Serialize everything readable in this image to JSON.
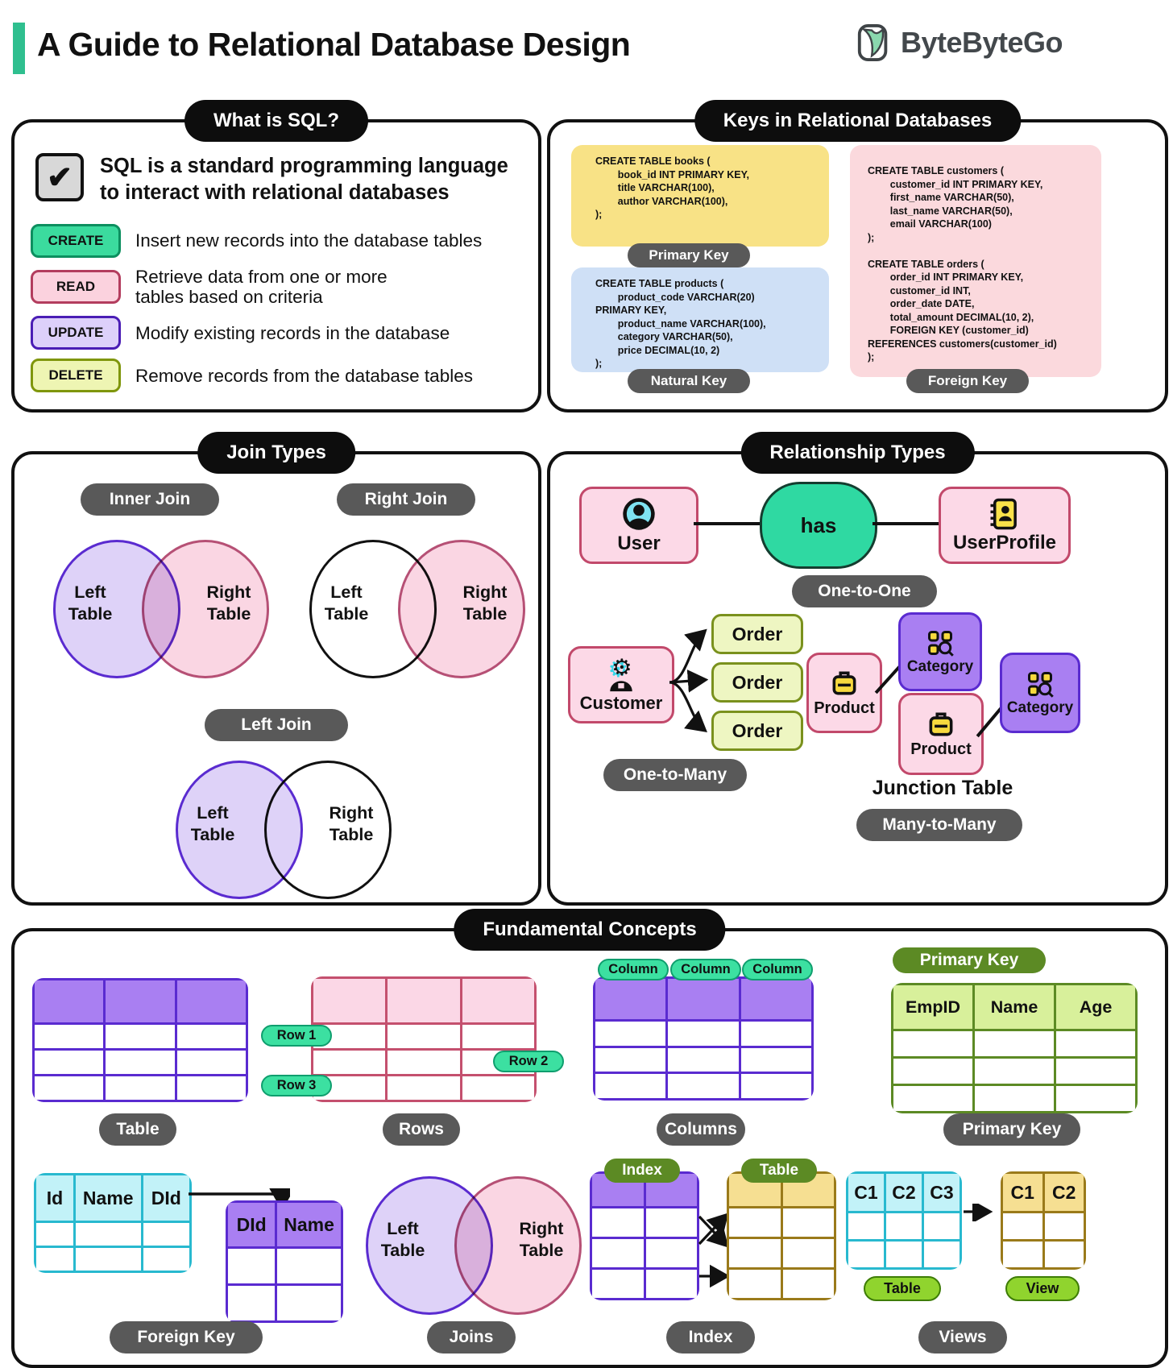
{
  "header": {
    "title": "A Guide to Relational Database Design",
    "brand": "ByteByteGo"
  },
  "colors": {
    "accent_green": "#2fbf8f",
    "pill_black": "#0d0d0d",
    "pill_gray": "#595959",
    "create_green": "#3bdb9e",
    "read_pink": "#fbd2de",
    "update_purple": "#ddd0fa",
    "delete_yellow": "#eef5b3",
    "code_yellow": "#f8e286",
    "code_blue": "#cfe0f6",
    "code_pink": "#fbd9dd",
    "entity_pink": "#fcd9e7",
    "entity_purple": "#a97ff2",
    "mint_green": "#3ce0a1",
    "olive_green": "#5c8a24",
    "lime_green": "#90d42e"
  },
  "what_is_sql": {
    "title": "What is SQL?",
    "intro": "SQL is a standard programming language to interact with relational databases",
    "check": "✔",
    "operations": [
      {
        "label": "CREATE",
        "desc": "Insert new records into the database tables"
      },
      {
        "label": "READ",
        "desc": "Retrieve data from one or more tables based on criteria"
      },
      {
        "label": "UPDATE",
        "desc": "Modify existing records in the database"
      },
      {
        "label": "DELETE",
        "desc": "Remove records from the database tables"
      }
    ]
  },
  "keys": {
    "title": "Keys in Relational Databases",
    "primary": {
      "label": "Primary Key",
      "code": "CREATE TABLE books (\n        book_id INT PRIMARY KEY,\n        title VARCHAR(100),\n        author VARCHAR(100),\n);"
    },
    "natural": {
      "label": "Natural Key",
      "code": "CREATE TABLE products (\n        product_code VARCHAR(20)\nPRIMARY KEY,\n        product_name VARCHAR(100),\n        category VARCHAR(50),\n        price DECIMAL(10, 2)\n);"
    },
    "foreign": {
      "label": "Foreign Key",
      "code": "CREATE TABLE customers (\n        customer_id INT PRIMARY KEY,\n        first_name VARCHAR(50),\n        last_name VARCHAR(50),\n        email VARCHAR(100)\n);\n\nCREATE TABLE orders (\n        order_id INT PRIMARY KEY,\n        customer_id INT,\n        order_date DATE,\n        total_amount DECIMAL(10, 2),\n        FOREIGN KEY (customer_id)\nREFERENCES customers(customer_id)\n);"
    }
  },
  "join_types": {
    "title": "Join Types",
    "inner_label": "Inner Join",
    "right_label": "Right Join",
    "left_label": "Left Join",
    "left_table": "Left Table",
    "right_table": "Right Table"
  },
  "relationship_types": {
    "title": "Relationship Types",
    "one_to_one": {
      "left_entity": "User",
      "verb": "has",
      "right_entity": "UserProfile",
      "label": "One-to-One"
    },
    "one_to_many": {
      "entity": "Customer",
      "order": "Order",
      "label": "One-to-Many"
    },
    "many_to_many": {
      "product": "Product",
      "category": "Category",
      "junction_label": "Junction Table",
      "label": "Many-to-Many"
    }
  },
  "fundamental": {
    "title": "Fundamental Concepts",
    "table": {
      "caption": "Table"
    },
    "rows": {
      "caption": "Rows",
      "tags": [
        "Row 1",
        "Row 2",
        "Row 3"
      ]
    },
    "columns": {
      "caption": "Columns",
      "tag": "Column"
    },
    "primary_key": {
      "caption": "Primary Key",
      "badge": "Primary Key",
      "headers": [
        "EmpID",
        "Name",
        "Age"
      ]
    },
    "foreign_key": {
      "caption": "Foreign Key",
      "src_headers": [
        "Id",
        "Name",
        "DId"
      ],
      "ref_headers": [
        "DId",
        "Name"
      ]
    },
    "joins": {
      "caption": "Joins",
      "left_table": "Left Table",
      "right_table": "Right Table"
    },
    "index": {
      "caption": "Index",
      "badge_index": "Index",
      "badge_table": "Table"
    },
    "views": {
      "caption": "Views",
      "src_headers": [
        "C1",
        "C2",
        "C3"
      ],
      "view_headers": [
        "C1",
        "C2"
      ],
      "badge_table": "Table",
      "badge_view": "View"
    }
  }
}
